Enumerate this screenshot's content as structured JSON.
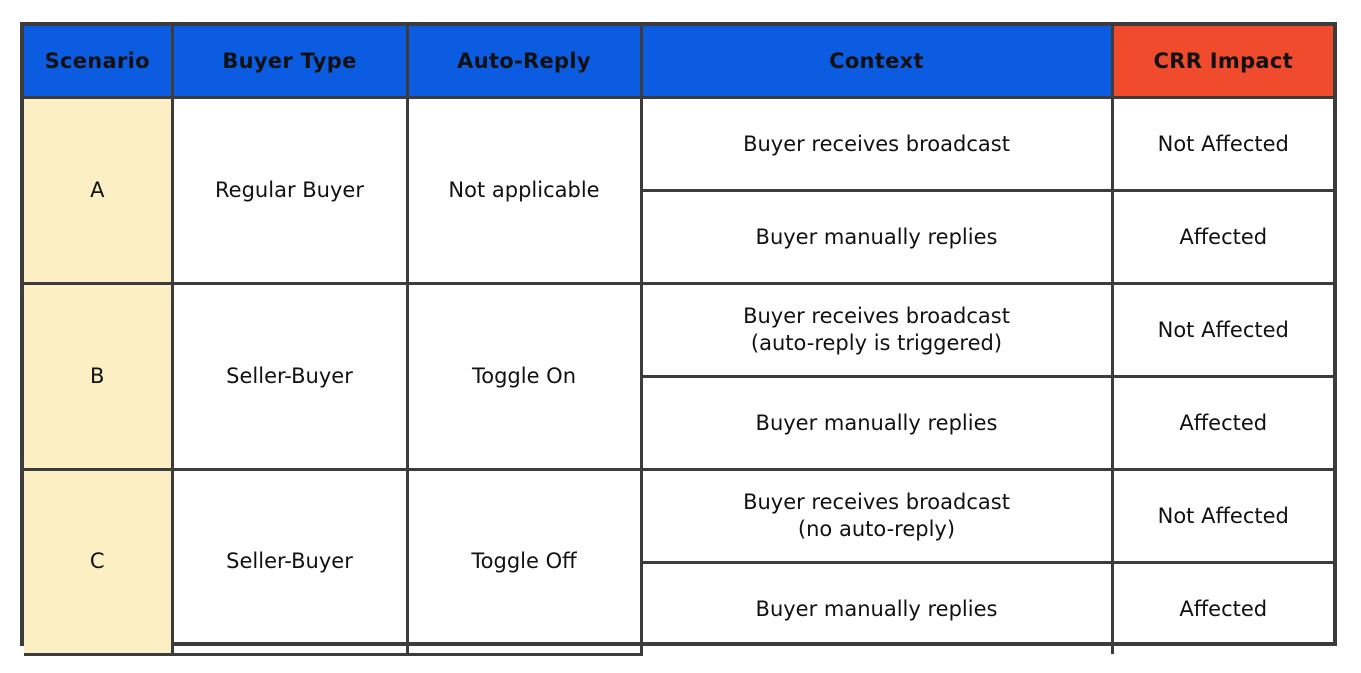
{
  "table": {
    "columns": [
      {
        "key": "scenario",
        "label": "Scenario",
        "header_color": "#0b5ce0"
      },
      {
        "key": "buyer_type",
        "label": "Buyer Type",
        "header_color": "#0b5ce0"
      },
      {
        "key": "auto_reply",
        "label": "Auto-Reply",
        "header_color": "#0b5ce0"
      },
      {
        "key": "context",
        "label": "Context",
        "header_color": "#0b5ce0"
      },
      {
        "key": "crr_impact",
        "label": "CRR Impact",
        "header_color": "#ef4b2c"
      }
    ],
    "colors": {
      "header_blue": "#0b5ce0",
      "header_orange": "#ef4b2c",
      "scenario_cell": "#fcefc4",
      "border": "#3c3c3c",
      "cell_background": "#ffffff",
      "text": "#111111",
      "header_text": "#ffffff"
    },
    "rows": [
      {
        "scenario": "A",
        "buyer_type": "Regular Buyer",
        "auto_reply": "Not applicable",
        "sub_rows": [
          {
            "context_lines": [
              "Buyer receives broadcast"
            ],
            "crr_impact": "Not Affected"
          },
          {
            "context_lines": [
              "Buyer manually replies"
            ],
            "crr_impact": "Affected"
          }
        ]
      },
      {
        "scenario": "B",
        "buyer_type": "Seller-Buyer",
        "auto_reply": "Toggle On",
        "sub_rows": [
          {
            "context_lines": [
              "Buyer receives broadcast",
              "(auto-reply is triggered)"
            ],
            "crr_impact": "Not Affected"
          },
          {
            "context_lines": [
              "Buyer manually replies"
            ],
            "crr_impact": "Affected"
          }
        ]
      },
      {
        "scenario": "C",
        "buyer_type": "Seller-Buyer",
        "auto_reply": "Toggle Off",
        "sub_rows": [
          {
            "context_lines": [
              "Buyer receives broadcast",
              "(no auto-reply)"
            ],
            "crr_impact": "Not Affected"
          },
          {
            "context_lines": [
              "Buyer manually replies"
            ],
            "crr_impact": "Affected"
          }
        ]
      }
    ]
  }
}
